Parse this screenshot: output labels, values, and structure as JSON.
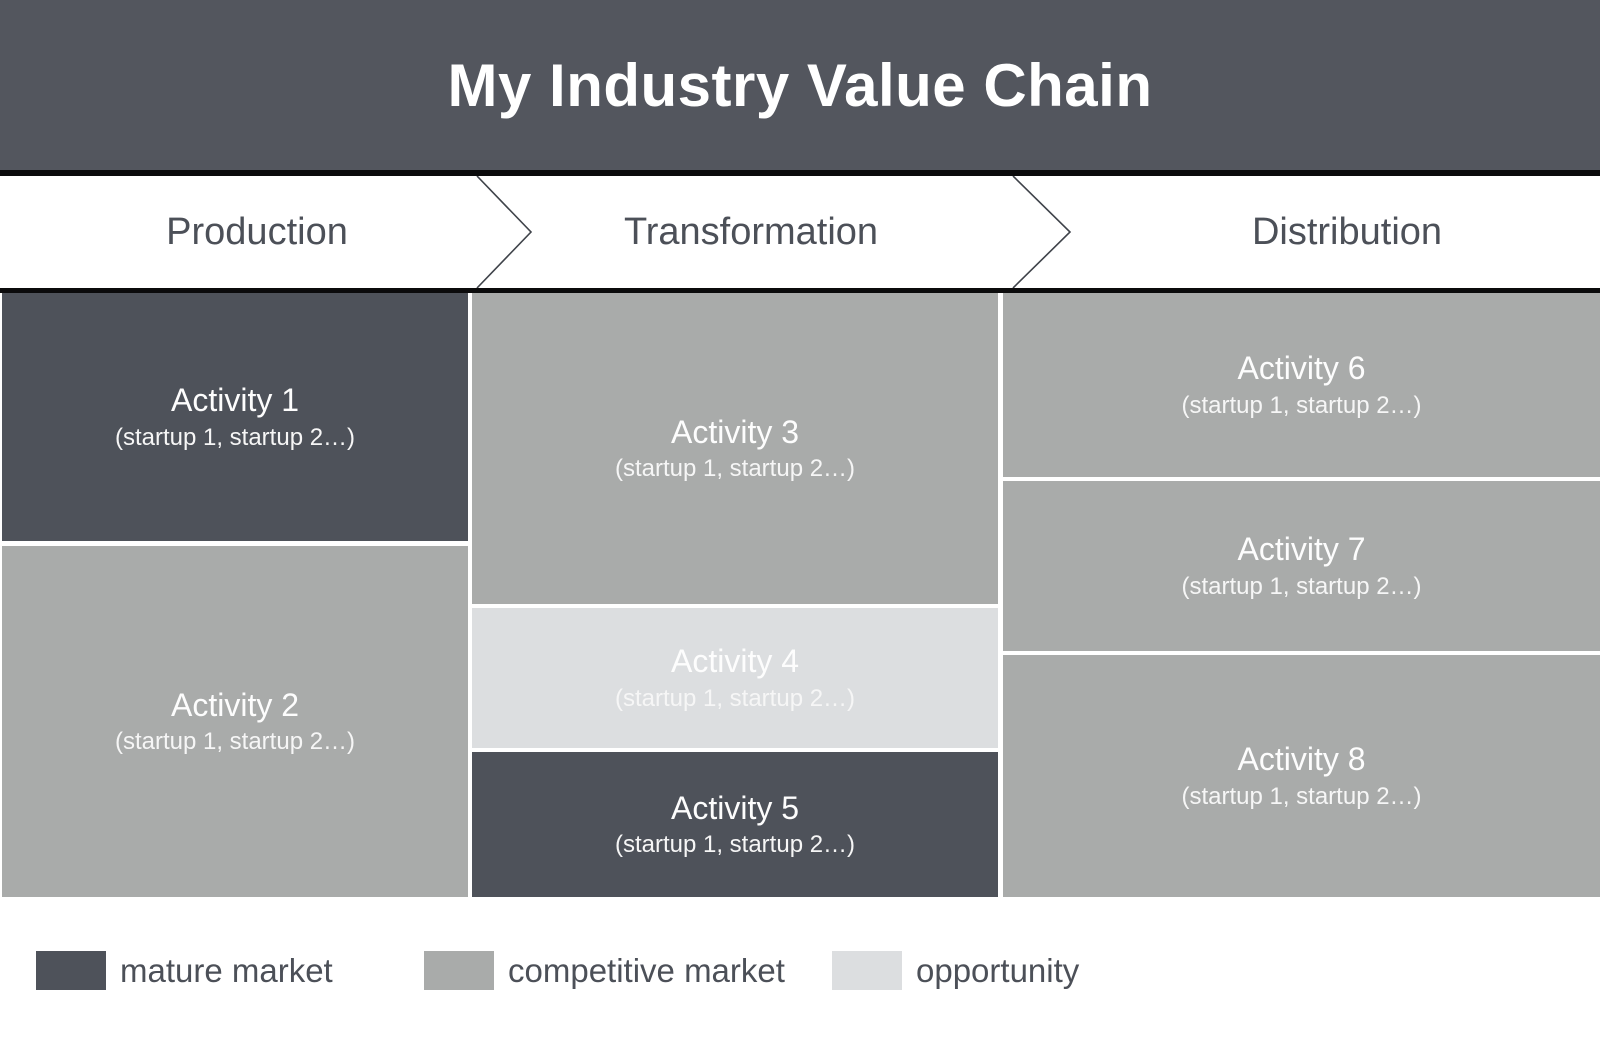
{
  "title": "My Industry Value Chain",
  "stages": [
    {
      "label": "Production"
    },
    {
      "label": "Transformation"
    },
    {
      "label": "Distribution"
    }
  ],
  "activities": [
    {
      "title": "Activity 1",
      "subtitle": "(startup 1, startup 2…)",
      "stage": "Production",
      "market": "mature market"
    },
    {
      "title": "Activity 2",
      "subtitle": "(startup 1, startup 2…)",
      "stage": "Production",
      "market": "competitive market"
    },
    {
      "title": "Activity 3",
      "subtitle": "(startup 1, startup 2…)",
      "stage": "Transformation",
      "market": "competitive market"
    },
    {
      "title": "Activity 4",
      "subtitle": "(startup 1, startup 2…)",
      "stage": "Transformation",
      "market": "opportunity"
    },
    {
      "title": "Activity 5",
      "subtitle": "(startup 1, startup 2…)",
      "stage": "Transformation",
      "market": "mature market"
    },
    {
      "title": "Activity 6",
      "subtitle": "(startup 1, startup 2…)",
      "stage": "Distribution",
      "market": "competitive market"
    },
    {
      "title": "Activity 7",
      "subtitle": "(startup 1, startup 2…)",
      "stage": "Distribution",
      "market": "competitive market"
    },
    {
      "title": "Activity 8",
      "subtitle": "(startup 1, startup 2…)",
      "stage": "Distribution",
      "market": "competitive market"
    }
  ],
  "legend": [
    {
      "label": "mature market",
      "color": "#4e525a"
    },
    {
      "label": "competitive market",
      "color": "#a9abaa"
    },
    {
      "label": "opportunity",
      "color": "#dcdee0"
    }
  ],
  "colors": {
    "header_background": "#53565e",
    "separator_line": "#0b0b0c",
    "mature_market": "#4e525a",
    "competitive_market": "#a9abaa",
    "opportunity": "#dcdee0",
    "stage_label_text": "#4c5058",
    "activity_text": "#ffffff"
  }
}
